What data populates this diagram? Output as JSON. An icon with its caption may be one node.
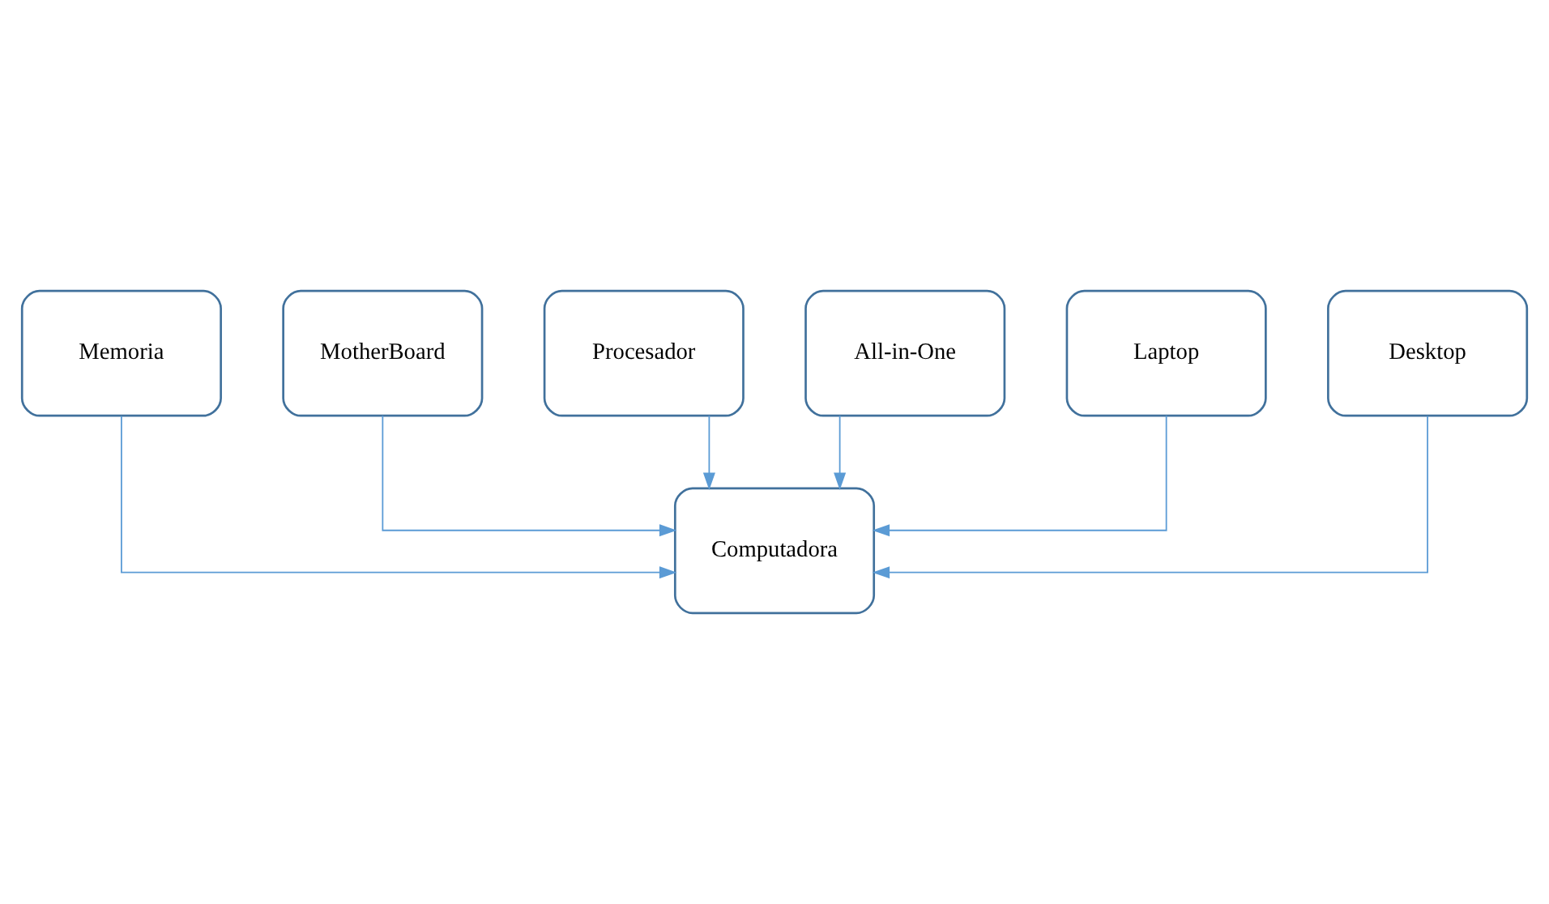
{
  "diagram": {
    "nodes": [
      {
        "text": [
          "Memoria"
        ]
      },
      {
        "text": [
          "MotherBoard"
        ]
      },
      {
        "text": [
          "Computadora"
        ]
      },
      {
        "text": [
          "Procesador"
        ]
      },
      {
        "text": [
          "All-in-One"
        ]
      },
      {
        "text": [
          "Laptop"
        ]
      },
      {
        "text": [
          "Desktop"
        ]
      }
    ],
    "edges": [
      {
        "from": 0,
        "to": 2,
        "arrow": "to"
      },
      {
        "from": 1,
        "to": 2,
        "arrow": "to"
      },
      {
        "from": 3,
        "to": 2,
        "arrow": "to"
      },
      {
        "from": 4,
        "to": 2,
        "arrow": "to"
      },
      {
        "from": 5,
        "to": 2,
        "arrow": "to"
      },
      {
        "from": 6,
        "to": 2,
        "arrow": "to"
      }
    ]
  }
}
